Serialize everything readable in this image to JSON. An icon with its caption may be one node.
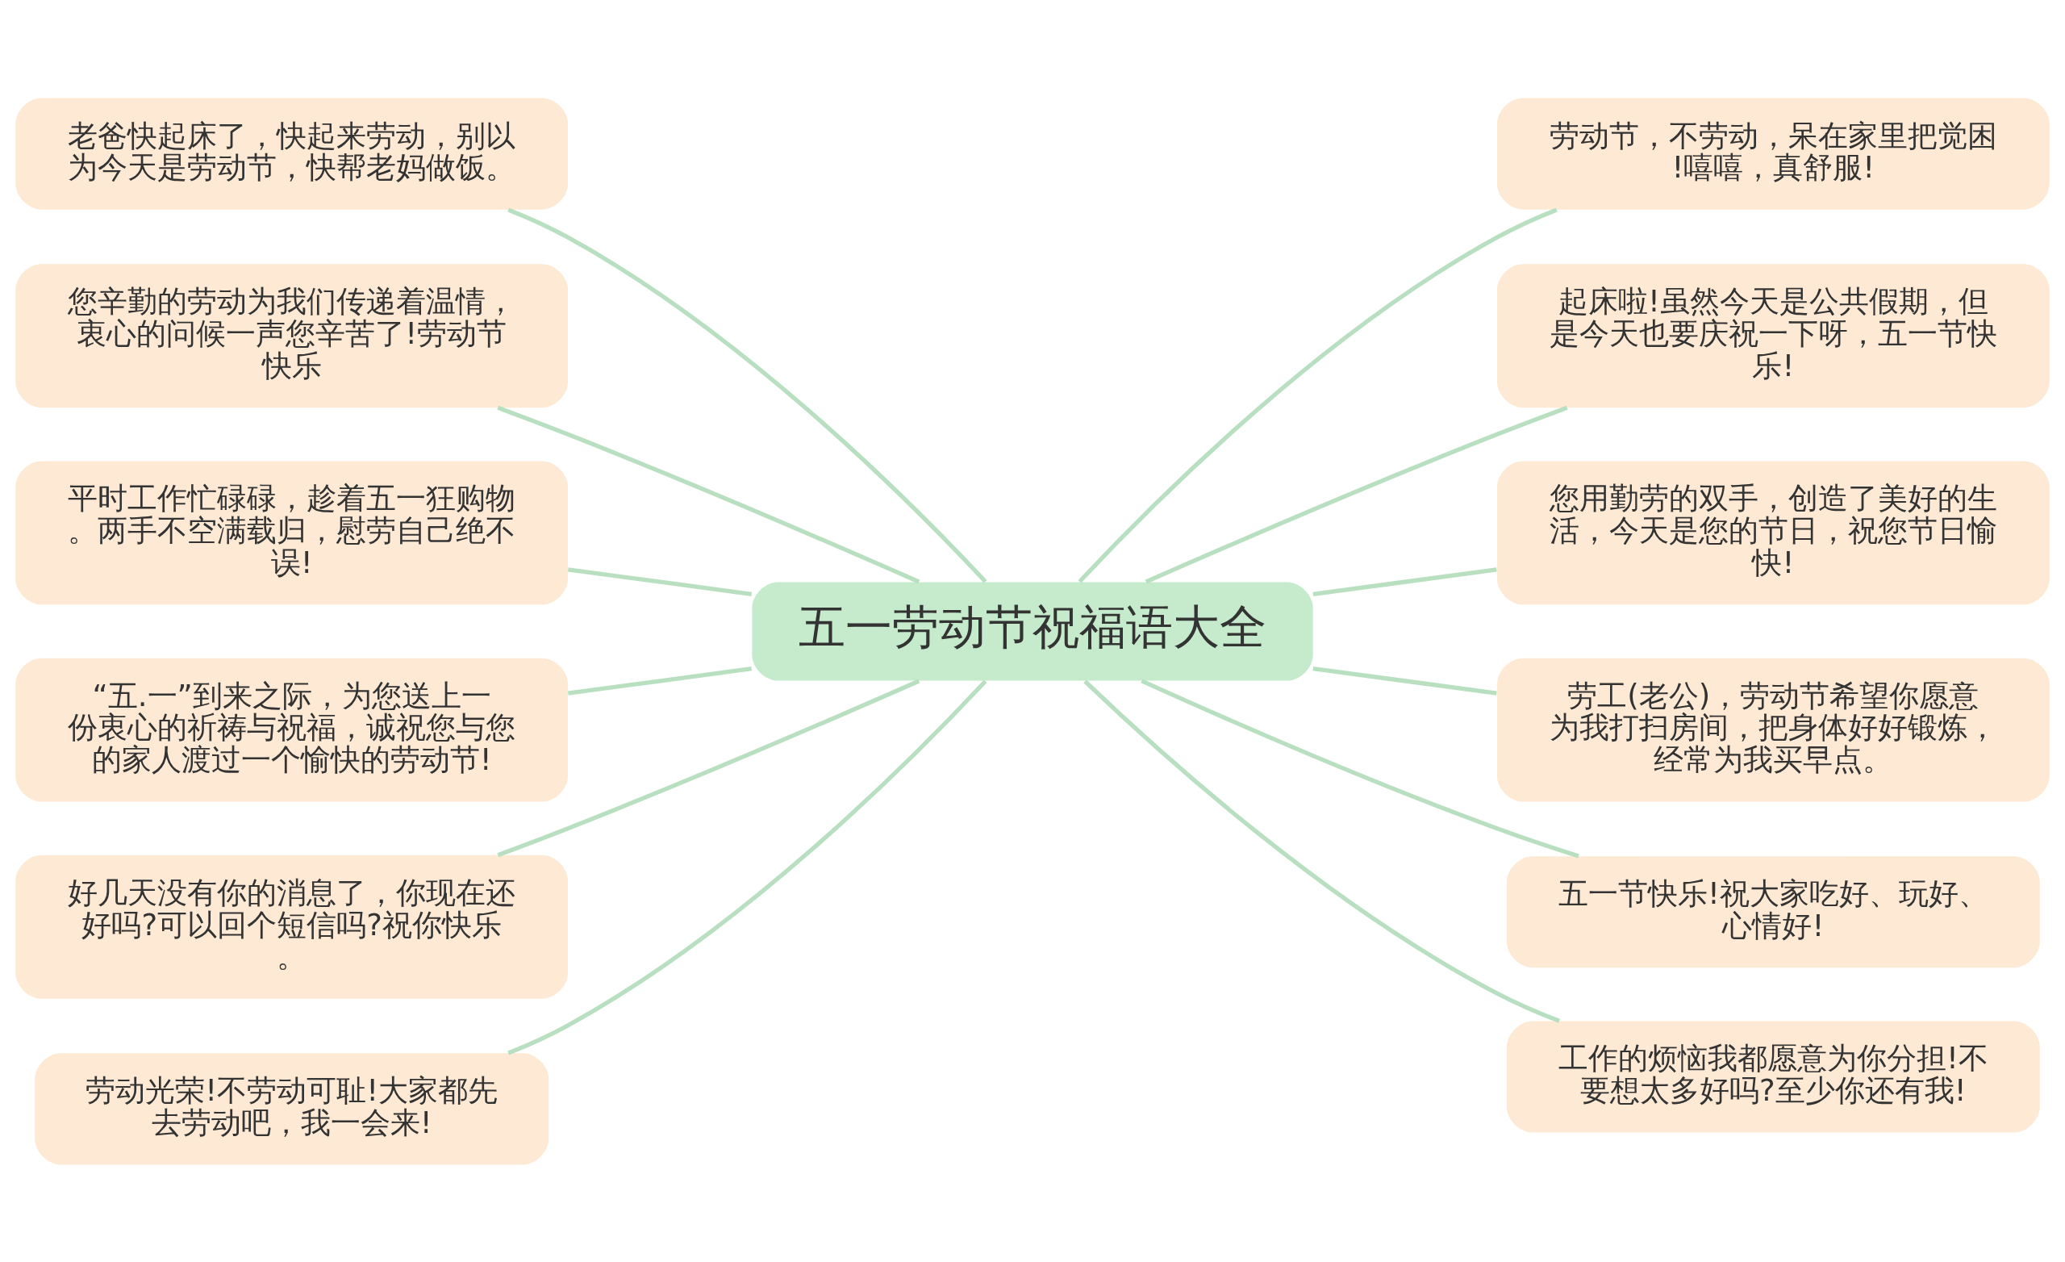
{
  "diagram": {
    "nodes": [
      {
        "text": [
          "五一劳动节祝福语大全"
        ]
      },
      {
        "text": [
          "老爸快起床了，快起来劳动，别以为今天是劳动节，快帮老妈做饭。"
        ]
      },
      {
        "text": [
          "您辛勤的劳动为我们传递着温情，衷心的问候一声您辛苦了!劳动节快乐"
        ]
      },
      {
        "text": [
          "平时工作忙碌碌，趁着五一狂购物。两手不空满载归，慰劳自己绝不误!"
        ]
      },
      {
        "text": [
          "“五.一”到来之际，为您送上一份衷心的祈祷与祝福，诚祝您与您的家人渡过一个愉快的劳动节!"
        ]
      },
      {
        "text": [
          "好几天没有你的消息了，你现在还好吗?可以回个短信吗?祝你快乐。"
        ]
      },
      {
        "text": [
          "劳动光荣!不劳动可耻!大家都先去劳动吧，我一会来!"
        ]
      },
      {
        "text": [
          "劳动节，不劳动，呆在家里把觉困!嘻嘻，真舒服!"
        ]
      },
      {
        "text": [
          "起床啦!虽然今天是公共假期，但是今天也要庆祝一下呀，五一节快乐!"
        ]
      },
      {
        "text": [
          "您用勤劳的双手，创造了美好的生活，今天是您的节日，祝您节日愉快!"
        ]
      },
      {
        "text": [
          "劳工(老公)，劳动节希望你愿意为我打扫房间，把身体好好锻炼，经常为我买早点。"
        ]
      },
      {
        "text": [
          "五一节快乐!祝大家吃好、玩好、心情好!"
        ]
      },
      {
        "text": [
          "工作的烦恼我都愿意为你分担!不要想太多好吗?至少你还有我!"
        ]
      }
    ],
    "edges": [
      {
        "from": 0,
        "to": 1,
        "arrow": "none"
      },
      {
        "from": 0,
        "to": 2,
        "arrow": "none"
      },
      {
        "from": 0,
        "to": 3,
        "arrow": "none"
      },
      {
        "from": 0,
        "to": 4,
        "arrow": "none"
      },
      {
        "from": 0,
        "to": 5,
        "arrow": "none"
      },
      {
        "from": 0,
        "to": 6,
        "arrow": "none"
      },
      {
        "from": 0,
        "to": 7,
        "arrow": "none"
      },
      {
        "from": 0,
        "to": 8,
        "arrow": "none"
      },
      {
        "from": 0,
        "to": 9,
        "arrow": "none"
      },
      {
        "from": 0,
        "to": 10,
        "arrow": "none"
      },
      {
        "from": 0,
        "to": 11,
        "arrow": "none"
      },
      {
        "from": 0,
        "to": 12,
        "arrow": "none"
      }
    ]
  }
}
